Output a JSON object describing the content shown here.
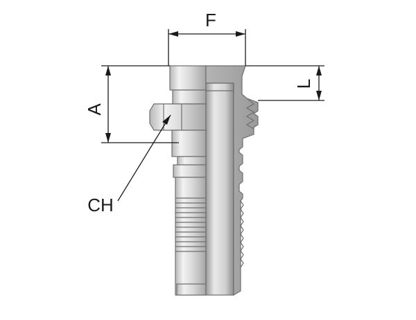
{
  "labels": {
    "F": "F",
    "A": "A",
    "L": "L",
    "CH": "CH"
  },
  "colors": {
    "metal_light": "#eeeeee",
    "metal_mid": "#c4c4c4",
    "metal_dark": "#8d8d8d",
    "section": "#a9a9a9",
    "outline": "#6e6e6e",
    "dimension": "#1a1a1a"
  }
}
